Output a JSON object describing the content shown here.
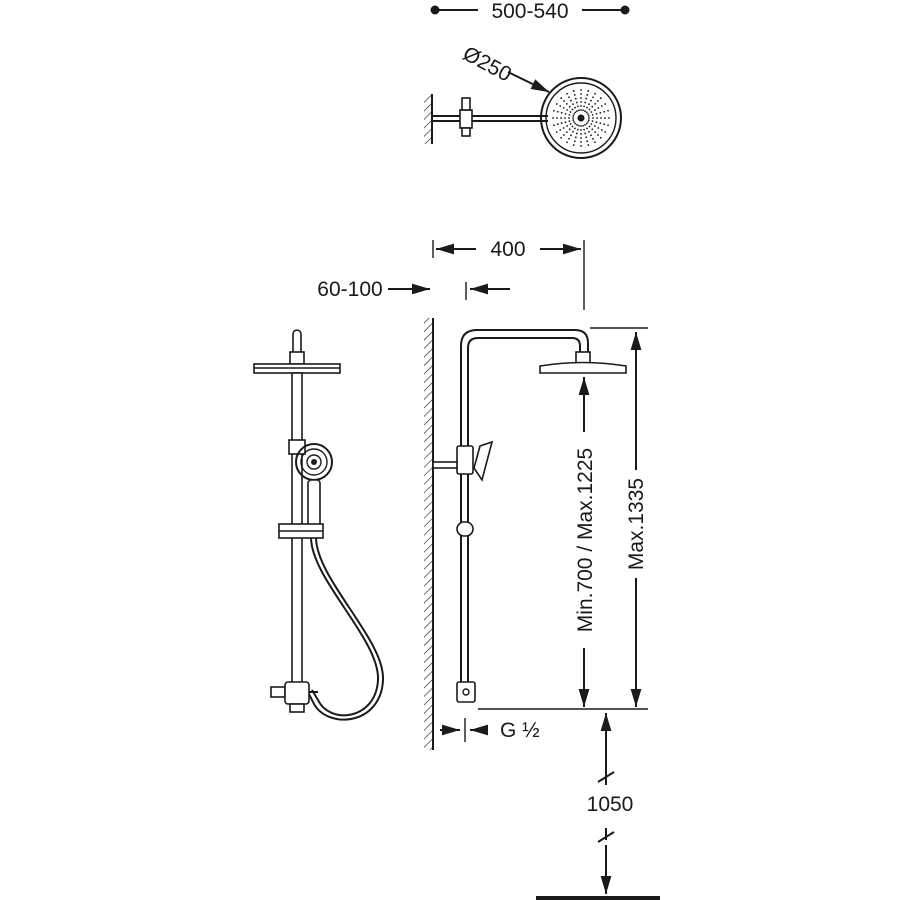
{
  "dimensions": {
    "arm_length": "500-540",
    "head_diameter": "Ø250",
    "top_width": "400",
    "wall_offset": "60-100",
    "height_range": "Min.700 / Max.1225",
    "height_max": "Max.1335",
    "thread": "G ½",
    "floor_height": "1050"
  },
  "colors": {
    "ink": "#1a1a1a",
    "paper": "#ffffff"
  }
}
